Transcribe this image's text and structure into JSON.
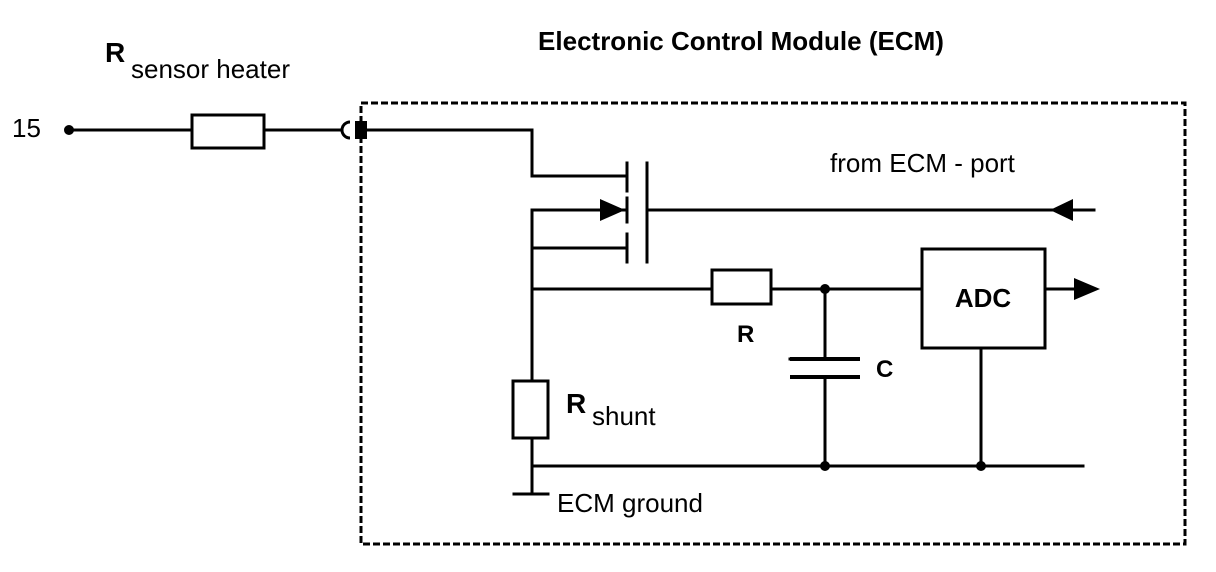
{
  "diagram": {
    "title": "Electronic Control Module (ECM)",
    "terminal_label": "15",
    "components": {
      "sensor_heater_resistor": {
        "symbol": "R",
        "subscript": "sensor heater"
      },
      "shunt_resistor": {
        "symbol": "R",
        "subscript": "shunt"
      },
      "filter_resistor": {
        "label": "R"
      },
      "filter_capacitor": {
        "label": "C"
      },
      "adc": {
        "label": "ADC"
      },
      "mosfet": {
        "label": ""
      }
    },
    "signals": {
      "port_input": "from ECM - port",
      "ground": "ECM ground"
    },
    "colors": {
      "ink": "#000000",
      "background": "#ffffff"
    }
  }
}
